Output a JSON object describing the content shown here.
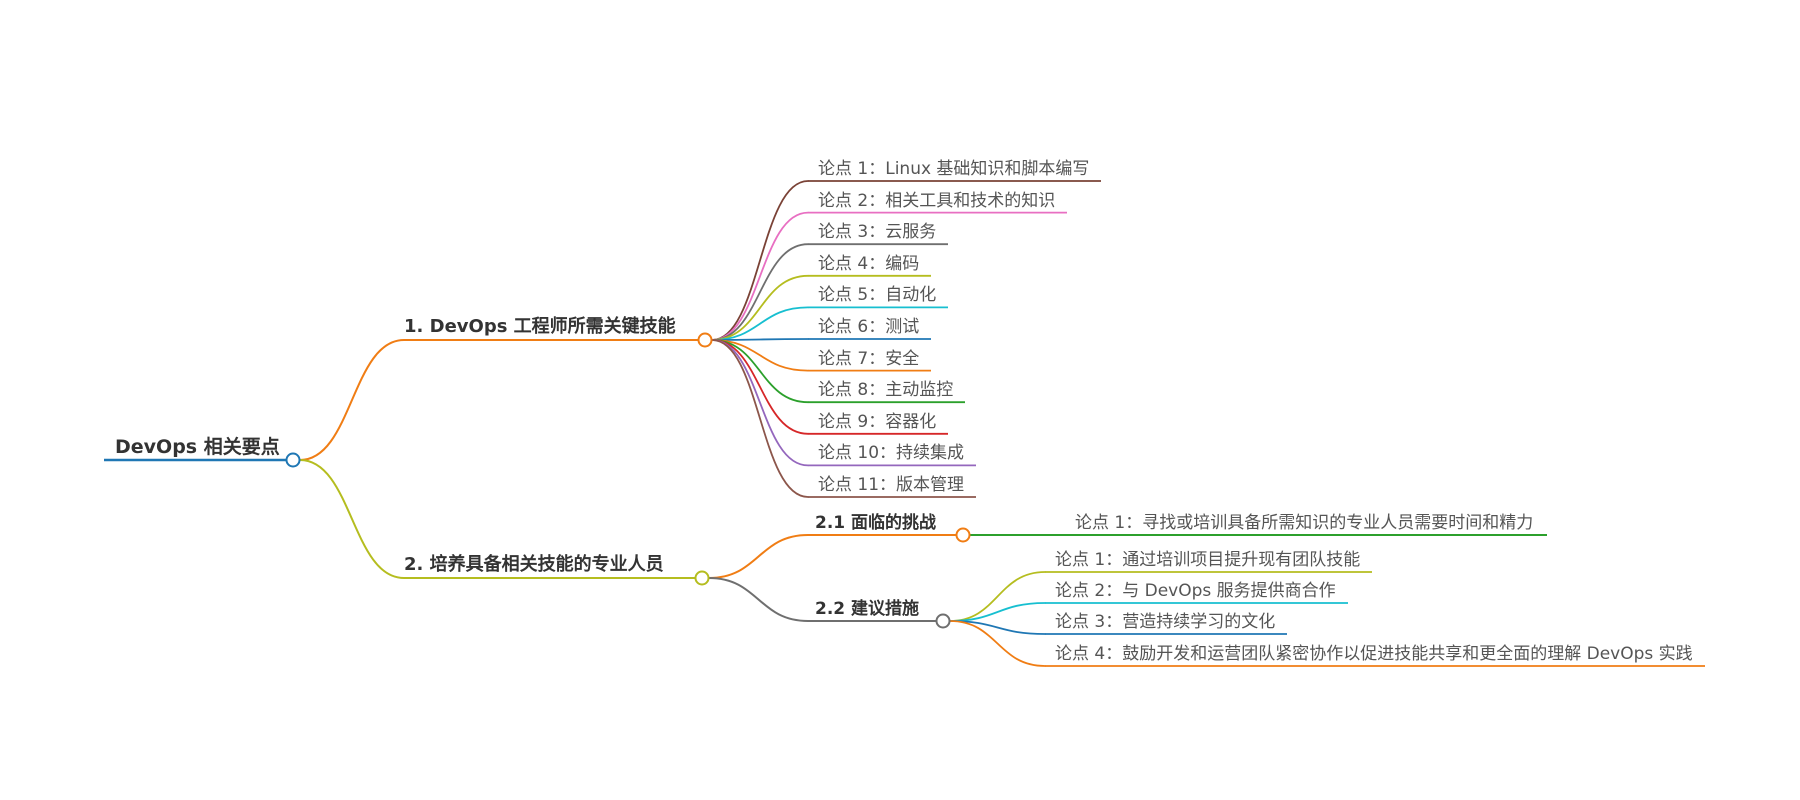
{
  "root": {
    "label": "DevOps 相关要点"
  },
  "branches": [
    {
      "label": "1. DevOps 工程师所需关键技能",
      "color": "#f07d14",
      "children": [
        {
          "label": "论点 1：Linux 基础知识和脚本编写",
          "color": "#7a4236"
        },
        {
          "label": "论点 2：相关工具和技术的知识",
          "color": "#e86fc2"
        },
        {
          "label": "论点 3：云服务",
          "color": "#6f6f6f"
        },
        {
          "label": "论点 4：编码",
          "color": "#b5bd1f"
        },
        {
          "label": "论点 5：自动化",
          "color": "#17bfd0"
        },
        {
          "label": "论点 6：测试",
          "color": "#1f77b4"
        },
        {
          "label": "论点 7：安全",
          "color": "#f07d14"
        },
        {
          "label": "论点 8：主动监控",
          "color": "#2ca02c"
        },
        {
          "label": "论点 9：容器化",
          "color": "#d62728"
        },
        {
          "label": "论点 10：持续集成",
          "color": "#9467bd"
        },
        {
          "label": "论点 11：版本管理",
          "color": "#8c564b"
        }
      ]
    },
    {
      "label": "2. 培养具备相关技能的专业人员",
      "color": "#b5bd1f",
      "children": [
        {
          "label": "2.1 面临的挑战",
          "color": "#f07d14",
          "children": [
            {
              "label": "论点 1：寻找或培训具备所需知识的专业人员需要时间和精力",
              "color": "#2ca02c"
            }
          ]
        },
        {
          "label": "2.2 建议措施",
          "color": "#6f6f6f",
          "children": [
            {
              "label": "论点 1：通过培训项目提升现有团队技能",
              "color": "#b5bd1f"
            },
            {
              "label": "论点 2：与 DevOps 服务提供商合作",
              "color": "#17bfd0"
            },
            {
              "label": "论点 3：营造持续学习的文化",
              "color": "#1f77b4"
            },
            {
              "label": "论点 4：鼓励开发和运营团队紧密协作以促进技能共享和更全面的理解 DevOps 实践",
              "color": "#f07d14"
            }
          ]
        }
      ]
    }
  ],
  "colors": {
    "root_line": "#1f77b4",
    "text_main": "#333333",
    "text_leaf": "#555555"
  }
}
